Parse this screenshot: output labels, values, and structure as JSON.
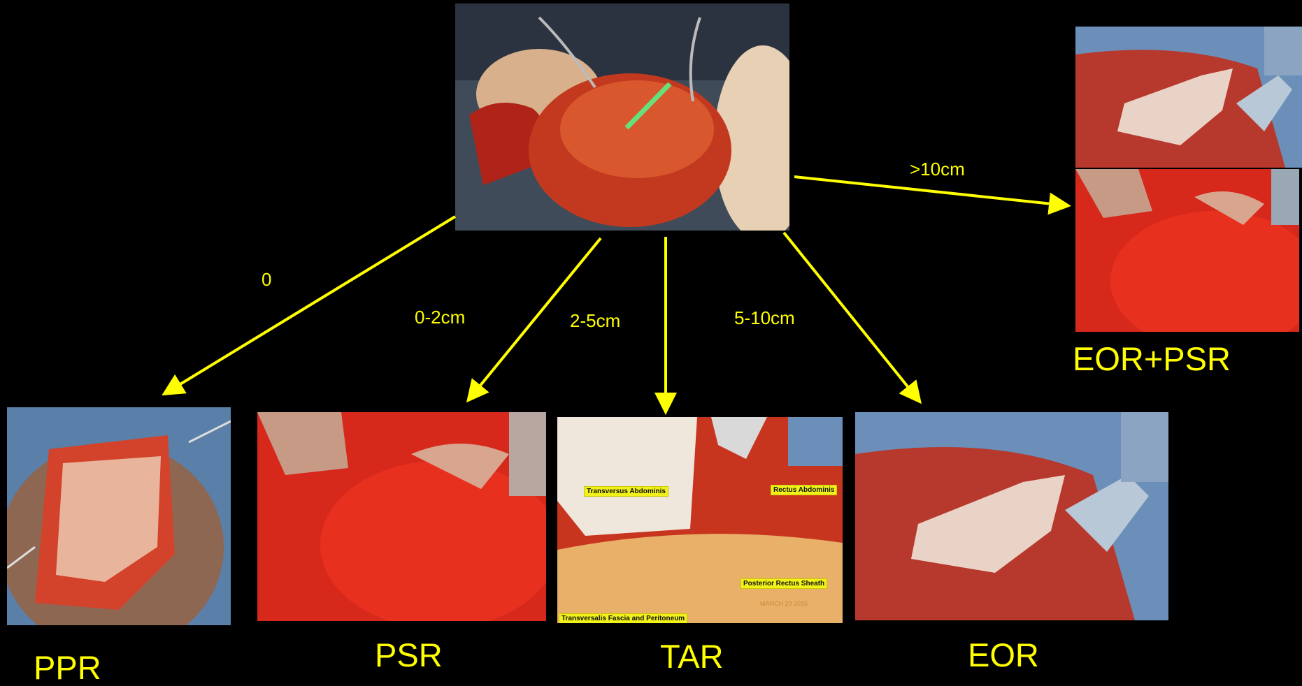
{
  "top_labels": {
    "eor_psr": "EOR+PSR"
  },
  "arrow_labels": {
    "ppr": "0",
    "psr": "0-2cm",
    "tar": "2-5cm",
    "eor": "5-10cm",
    "eor_psr": ">10cm"
  },
  "bottom_labels": {
    "ppr": "PPR",
    "psr": "PSR",
    "tar": "TAR",
    "eor": "EOR"
  },
  "tar_annotations": {
    "transversus": "Transversus Abdominis",
    "rectus": "Rectus Abdominis",
    "posterior_sheath": "Posterior Rectus Sheath",
    "fascia": "Transversalis Fascia and Peritoneum",
    "watermark": "MARCH 29 2015"
  },
  "colors": {
    "accent": "#ffff00",
    "background": "#000000",
    "tissue": "#c8231c",
    "mesh": "#e6cfc4",
    "drape": "#5a7fa8"
  }
}
